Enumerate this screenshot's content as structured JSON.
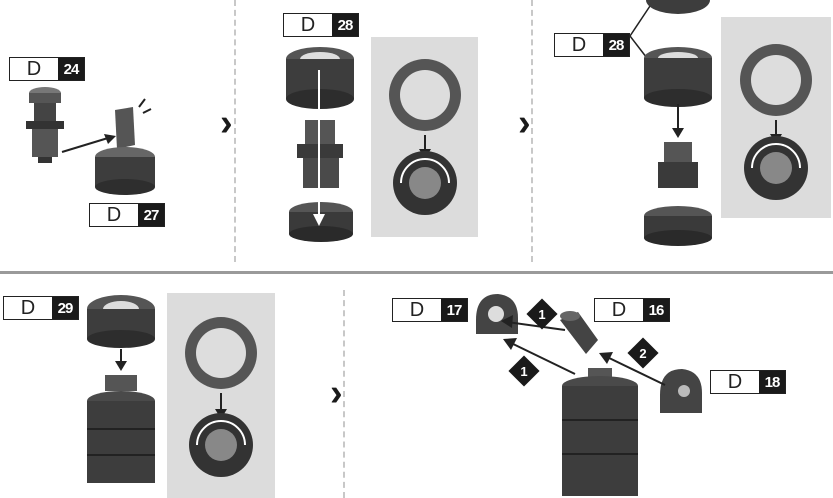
{
  "labels": {
    "d24": {
      "letter": "D",
      "num": "24"
    },
    "d27": {
      "letter": "D",
      "num": "27"
    },
    "d28a": {
      "letter": "D",
      "num": "28"
    },
    "d28b": {
      "letter": "D",
      "num": "28"
    },
    "d29": {
      "letter": "D",
      "num": "29"
    },
    "d17": {
      "letter": "D",
      "num": "17"
    },
    "d16": {
      "letter": "D",
      "num": "16"
    },
    "d18": {
      "letter": "D",
      "num": "18"
    }
  },
  "steps": {
    "one_a": "1",
    "one_b": "1",
    "two": "2"
  },
  "arrows": {
    "next": "›"
  },
  "colors": {
    "part_dark": "#3a3a3a",
    "part_mid": "#6e6e6e",
    "panel": "#dcdcdc"
  }
}
